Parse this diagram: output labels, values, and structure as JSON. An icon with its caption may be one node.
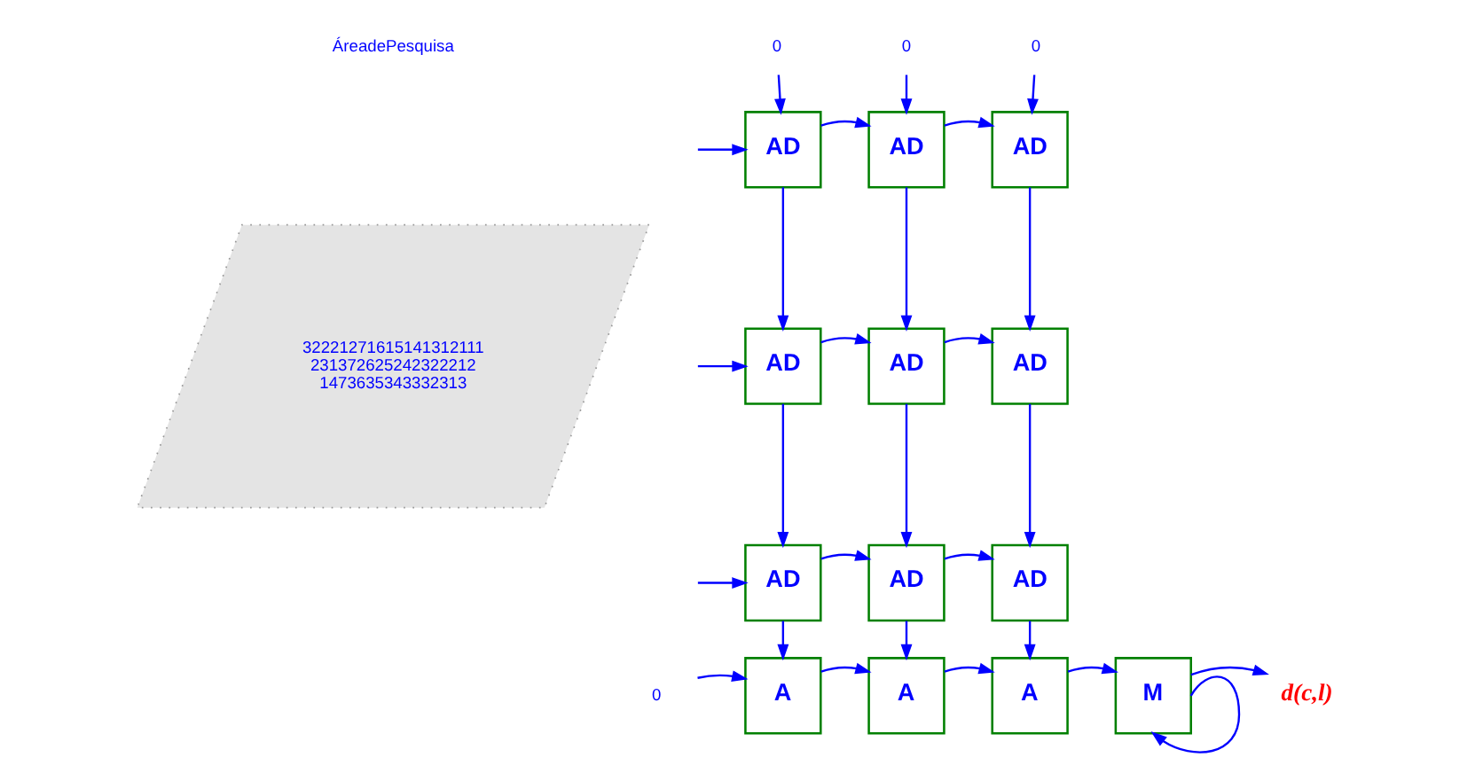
{
  "diagram": {
    "nodes": [
      {
        "text": [
          "32221271615141312111",
          "231372625242322212",
          "1473635343332313"
        ]
      },
      {
        "text": [
          "AD"
        ]
      },
      {
        "text": [
          "AD"
        ]
      },
      {
        "text": [
          "AD"
        ]
      },
      {
        "text": [
          "AD"
        ]
      },
      {
        "text": [
          "AD"
        ]
      },
      {
        "text": [
          "AD"
        ]
      },
      {
        "text": [
          "AD"
        ]
      },
      {
        "text": [
          "AD"
        ]
      },
      {
        "text": [
          "AD"
        ]
      },
      {
        "text": [
          "A"
        ]
      },
      {
        "text": [
          "A"
        ]
      },
      {
        "text": [
          "A"
        ]
      },
      {
        "text": [
          "M"
        ]
      },
      {
        "text": [
          "0"
        ]
      },
      {
        "text": [
          "0"
        ]
      },
      {
        "text": [
          "0"
        ]
      },
      {
        "text": [
          "0"
        ]
      },
      {
        "text": [
          "d(c,l)"
        ]
      }
    ],
    "edges": [
      {
        "from": 14,
        "to": 1,
        "arrow": "to"
      },
      {
        "from": 15,
        "to": 2,
        "arrow": "to"
      },
      {
        "from": 16,
        "to": 3,
        "arrow": "to"
      },
      {
        "from": null,
        "to": 1,
        "arrow": "to"
      },
      {
        "from": 1,
        "to": 2,
        "arrow": "to"
      },
      {
        "from": 2,
        "to": 3,
        "arrow": "to"
      },
      {
        "from": 1,
        "to": 4,
        "arrow": "to"
      },
      {
        "from": 2,
        "to": 5,
        "arrow": "to"
      },
      {
        "from": 3,
        "to": 6,
        "arrow": "to"
      },
      {
        "from": null,
        "to": 4,
        "arrow": "to"
      },
      {
        "from": 4,
        "to": 5,
        "arrow": "to"
      },
      {
        "from": 5,
        "to": 6,
        "arrow": "to"
      },
      {
        "from": 4,
        "to": 7,
        "arrow": "to"
      },
      {
        "from": 5,
        "to": 8,
        "arrow": "to"
      },
      {
        "from": 6,
        "to": 9,
        "arrow": "to"
      },
      {
        "from": null,
        "to": 7,
        "arrow": "to"
      },
      {
        "from": 7,
        "to": 8,
        "arrow": "to"
      },
      {
        "from": 8,
        "to": 9,
        "arrow": "to"
      },
      {
        "from": 7,
        "to": 10,
        "arrow": "to"
      },
      {
        "from": 8,
        "to": 11,
        "arrow": "to"
      },
      {
        "from": 9,
        "to": 12,
        "arrow": "to"
      },
      {
        "from": 17,
        "to": 10,
        "arrow": "to"
      },
      {
        "from": 10,
        "to": 11,
        "arrow": "to"
      },
      {
        "from": 11,
        "to": 12,
        "arrow": "to"
      },
      {
        "from": 12,
        "to": 13,
        "arrow": "to"
      },
      {
        "from": 13,
        "to": 18,
        "arrow": "to"
      },
      {
        "from": 13,
        "to": 13,
        "arrow": "to"
      }
    ],
    "labels": [
      "ÁreadePesquisa"
    ]
  }
}
